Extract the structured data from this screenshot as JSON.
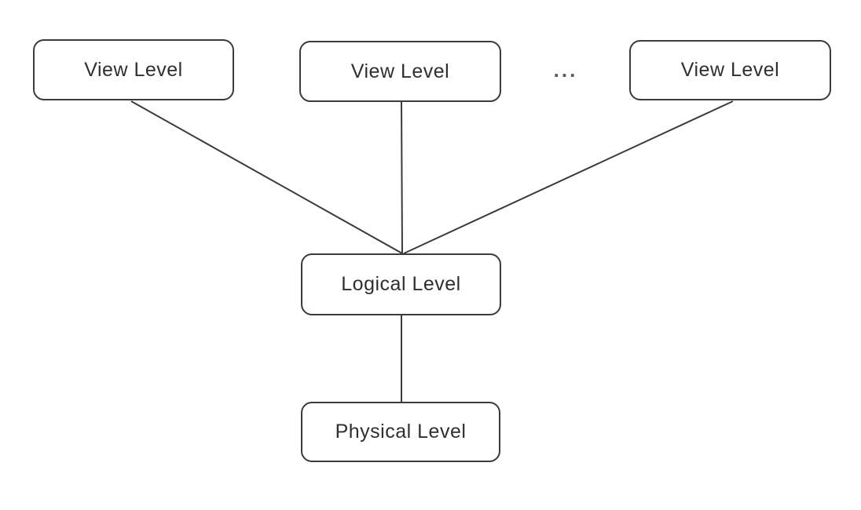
{
  "diagram": {
    "nodes": [
      {
        "id": "view-level-1",
        "label": "View Level"
      },
      {
        "id": "view-level-2",
        "label": "View Level"
      },
      {
        "id": "view-level-3",
        "label": "View Level"
      },
      {
        "id": "logical-level",
        "label": "Logical Level"
      },
      {
        "id": "physical-level",
        "label": "Physical Level"
      }
    ],
    "ellipsis": "...",
    "edges": [
      {
        "from": "view-level-1",
        "to": "logical-level"
      },
      {
        "from": "view-level-2",
        "to": "logical-level"
      },
      {
        "from": "view-level-3",
        "to": "logical-level"
      },
      {
        "from": "logical-level",
        "to": "physical-level"
      }
    ],
    "colors": {
      "border": "#3b3b3b",
      "line": "#3b3b3b",
      "text": "#2f2f2f",
      "background": "#ffffff"
    }
  }
}
